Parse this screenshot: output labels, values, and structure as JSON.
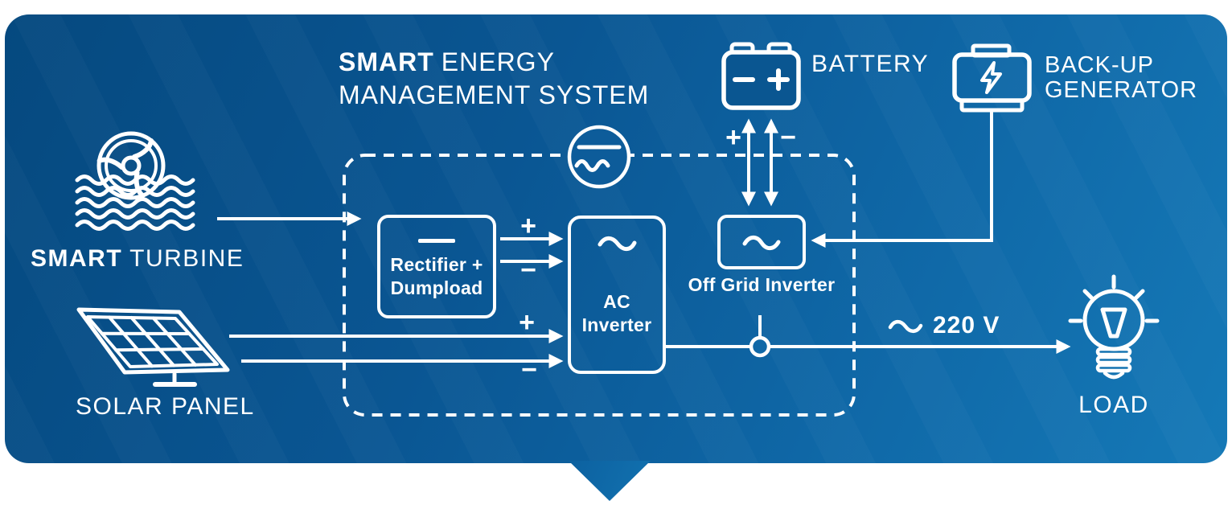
{
  "colors": {
    "bg_dark": "#05497f",
    "bg_light": "#1579b7",
    "stroke": "#ffffff"
  },
  "title": {
    "bold": "SMART",
    "regular": "ENERGY",
    "line2": "MANAGEMENT SYSTEM"
  },
  "sources": {
    "turbine": {
      "label_bold": "SMART",
      "label_regular": "TURBINE",
      "icon": "water-turbine-icon"
    },
    "solar": {
      "label": "SOLAR PANEL",
      "icon": "solar-panel-icon"
    }
  },
  "battery": {
    "label": "BATTERY",
    "icon": "battery-icon",
    "charge_plus": "+",
    "charge_minus": "−"
  },
  "generator": {
    "label_line1": "BACK-UP",
    "label_line2": "GENERATOR",
    "icon": "backup-generator-icon"
  },
  "ems": {
    "rectifier": {
      "line1": "Rectifier +",
      "line2": "Dumpload",
      "out_plus": "+",
      "out_minus": "−"
    },
    "ac_inverter": {
      "line1": "AC",
      "line2": "Inverter"
    },
    "off_grid_inverter": {
      "label": "Off Grid Inverter"
    },
    "solar_in_plus": "+",
    "solar_in_minus": "−"
  },
  "output": {
    "voltage": "220 V",
    "load_label": "LOAD",
    "load_icon": "light-bulb-icon"
  }
}
